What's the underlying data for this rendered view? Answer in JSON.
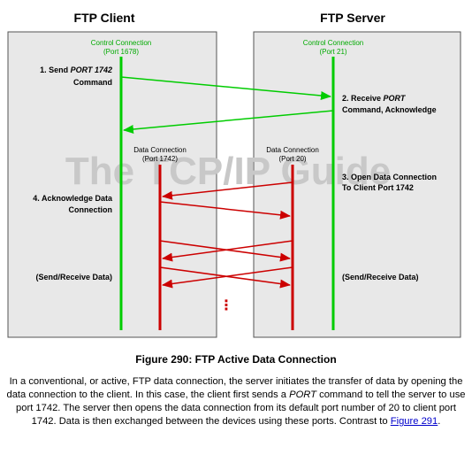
{
  "diagram": {
    "client_title": "FTP Client",
    "server_title": "FTP Server",
    "watermark": "The TCP/IP Guide",
    "client_control": {
      "line1": "Control Connection",
      "line2": "(Port 1678)"
    },
    "server_control": {
      "line1": "Control Connection",
      "line2": "(Port 21)"
    },
    "client_data": {
      "line1": "Data Connection",
      "line2": "(Port 1742)"
    },
    "server_data": {
      "line1": "Data Connection",
      "line2": "(Port 20)"
    },
    "step1": {
      "prefix": "1. Send ",
      "italic": "PORT 1742",
      "line2": "Command"
    },
    "step2": {
      "prefix": "2. Receive ",
      "italic": "PORT",
      "line2": "Command, Acknowledge"
    },
    "step3": {
      "line1": "3. Open Data Connection",
      "line2": "To Client Port 1742"
    },
    "step4": {
      "line1": "4. Acknowledge Data",
      "line2": "Connection"
    },
    "send_receive_left": "(Send/Receive Data)",
    "send_receive_right": "(Send/Receive Data)",
    "ellipsis": "⋮",
    "colors": {
      "panel": "#e8e8e8",
      "panel_border": "#555555",
      "control": "#00cc00",
      "data": "#cc0000",
      "watermark": "#c8c8c8"
    }
  },
  "caption": "Figure 290: FTP Active Data Connection",
  "description": {
    "part1": "In a conventional, or active, FTP data connection, the server initiates the transfer of data by opening the data connection to the client. In this case, the client first sends a ",
    "italic": "PORT",
    "part2": " command to tell the server to use port 1742. The server then opens the data connection from its default port number of 20 to client port 1742. Data is then exchanged between the devices using these ports. Contrast to ",
    "link": "Figure 291",
    "part3": "."
  }
}
